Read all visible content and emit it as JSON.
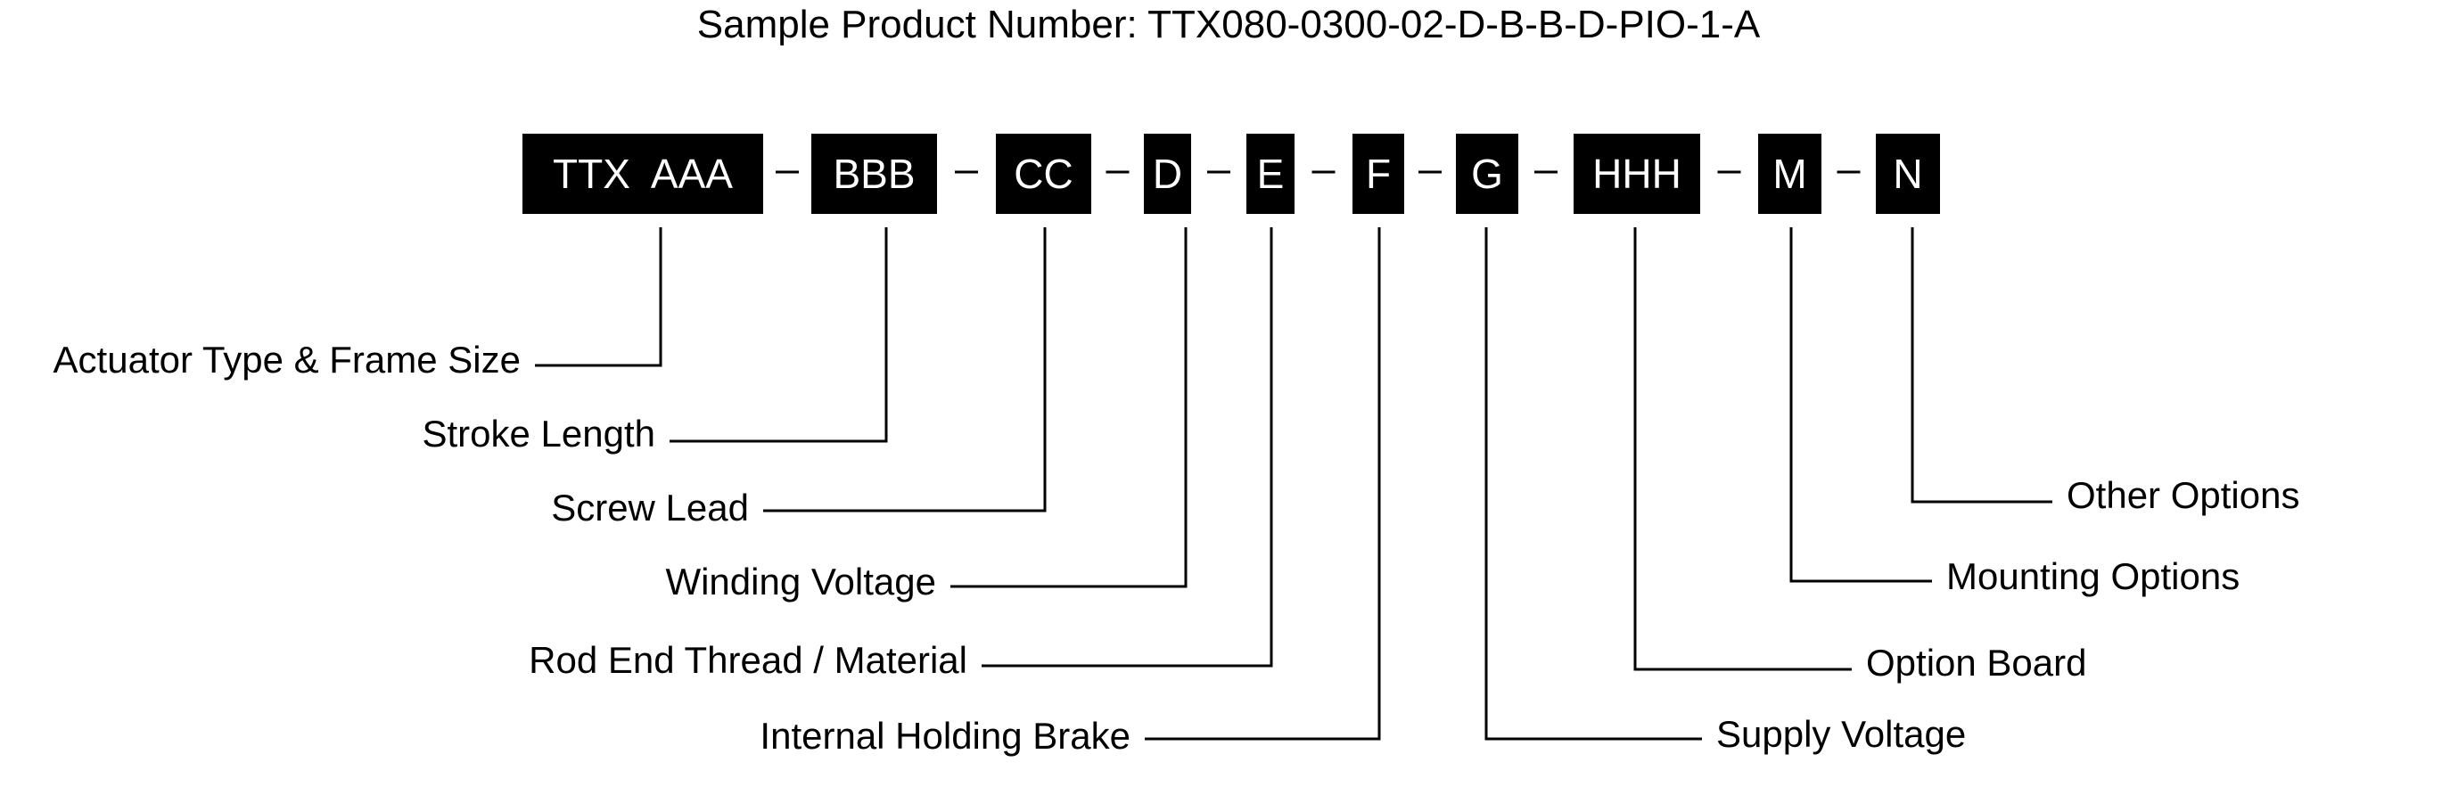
{
  "title": "Sample Product Number: TTX080-0300-02-D-B-B-D-PIO-1-A",
  "code_segments": [
    {
      "id": "a",
      "text": "TTX  AAA"
    },
    {
      "id": "b",
      "text": "BBB"
    },
    {
      "id": "c",
      "text": "CC"
    },
    {
      "id": "d",
      "text": "D"
    },
    {
      "id": "e",
      "text": "E"
    },
    {
      "id": "f",
      "text": "F"
    },
    {
      "id": "g",
      "text": "G"
    },
    {
      "id": "h",
      "text": "HHH"
    },
    {
      "id": "m",
      "text": "M"
    },
    {
      "id": "n",
      "text": "N"
    }
  ],
  "labels": [
    {
      "segment": "a",
      "text": "Actuator Type & Frame Size"
    },
    {
      "segment": "b",
      "text": "Stroke Length"
    },
    {
      "segment": "c",
      "text": "Screw Lead"
    },
    {
      "segment": "d",
      "text": "Winding Voltage"
    },
    {
      "segment": "e",
      "text": "Rod End Thread / Material"
    },
    {
      "segment": "f",
      "text": "Internal Holding Brake"
    },
    {
      "segment": "g",
      "text": "Supply Voltage"
    },
    {
      "segment": "h",
      "text": "Option Board"
    },
    {
      "segment": "m",
      "text": "Mounting Options"
    },
    {
      "segment": "n",
      "text": "Other Options"
    }
  ]
}
